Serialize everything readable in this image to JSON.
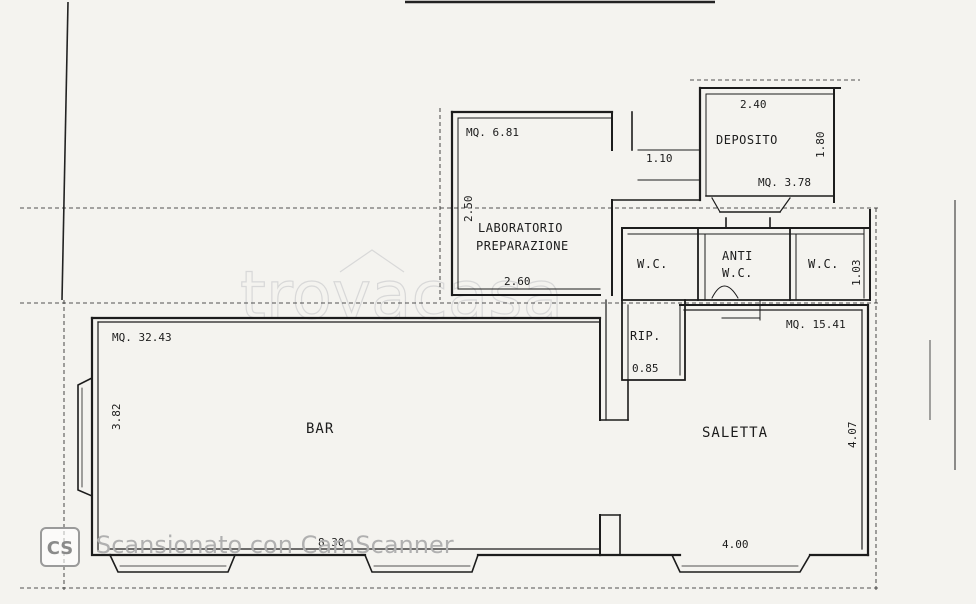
{
  "rooms": {
    "bar": {
      "label": "BAR",
      "area": "MQ. 32.43"
    },
    "saletta": {
      "label": "SALETTA",
      "area": "MQ. 15.41"
    },
    "lab": {
      "label_line1": "LABORATORIO",
      "label_line2": "PREPARAZIONE",
      "area": "MQ. 6.81"
    },
    "deposito": {
      "label": "DEPOSITO",
      "area": "MQ. 3.78"
    },
    "wc1": {
      "label": "W.C."
    },
    "anti_wc": {
      "label_line1": "ANTI",
      "label_line2": "W.C."
    },
    "wc2": {
      "label": "W.C."
    },
    "rip": {
      "label": "RIP."
    }
  },
  "dimensions": {
    "bar_width": "8.30",
    "bar_height": "3.82",
    "saletta_width": "4.00",
    "saletta_height": "4.07",
    "lab_width": "2.60",
    "lab_height": "2.50",
    "corridor_width": "1.10",
    "deposito_width": "2.40",
    "deposito_height": "1.80",
    "wc2_height": "1.03",
    "rip_width": "0.85"
  },
  "watermark": {
    "text": "trovacasa"
  },
  "scanner": {
    "badge": "CS",
    "caption": "Scansionato con CamScanner"
  },
  "colors": {
    "ink": "#1c1c1c",
    "paper": "#f4f3ef",
    "watermark": "#d8d8d8"
  }
}
